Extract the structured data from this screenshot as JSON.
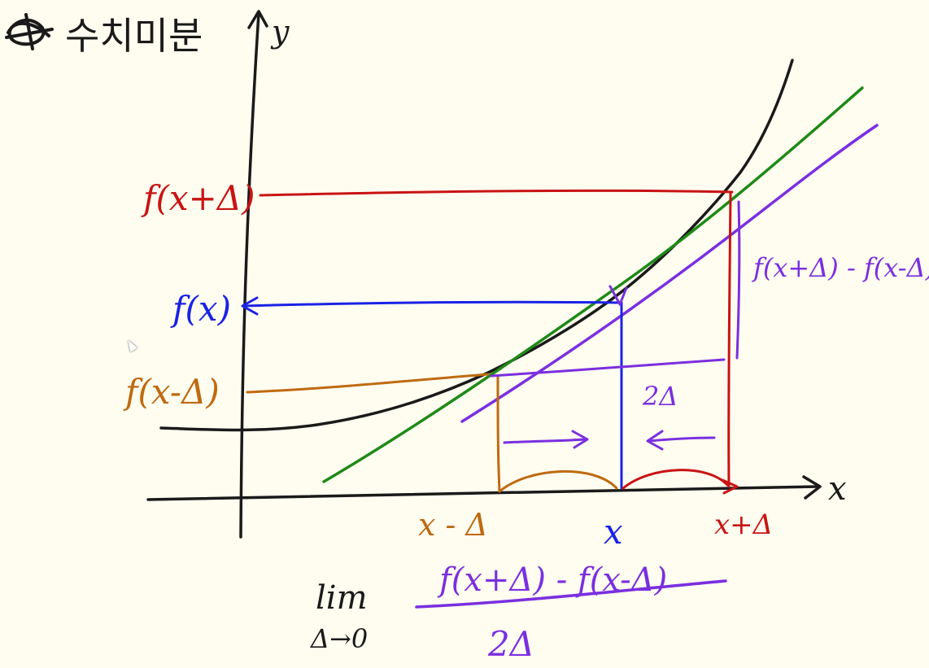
{
  "title": {
    "text": "수치미분",
    "symbol_icon": "star-doodle-icon"
  },
  "axes": {
    "y_label": "y",
    "x_label": "x"
  },
  "labels": {
    "f_x_plus": "f(x+Δ)",
    "f_x": "f(x)",
    "f_x_minus": "f(x-Δ)",
    "diff": "f(x+Δ) - f(x-Δ)",
    "two_delta": "2Δ",
    "x_minus": "x - Δ",
    "x": "x",
    "x_plus": "x+Δ"
  },
  "formula": {
    "lim": "lim",
    "limit_sub": "Δ→0",
    "numerator": "f(x+Δ) - f(x-Δ)",
    "denominator": "2Δ"
  },
  "colors": {
    "background": "#fffdf0",
    "curve": "#1a1a1a",
    "x_plus": "#c81414",
    "x": "#1a22e6",
    "x_minus": "#bf6a10",
    "secant": "#1e8a16",
    "tangent": "#7a2fe0"
  }
}
